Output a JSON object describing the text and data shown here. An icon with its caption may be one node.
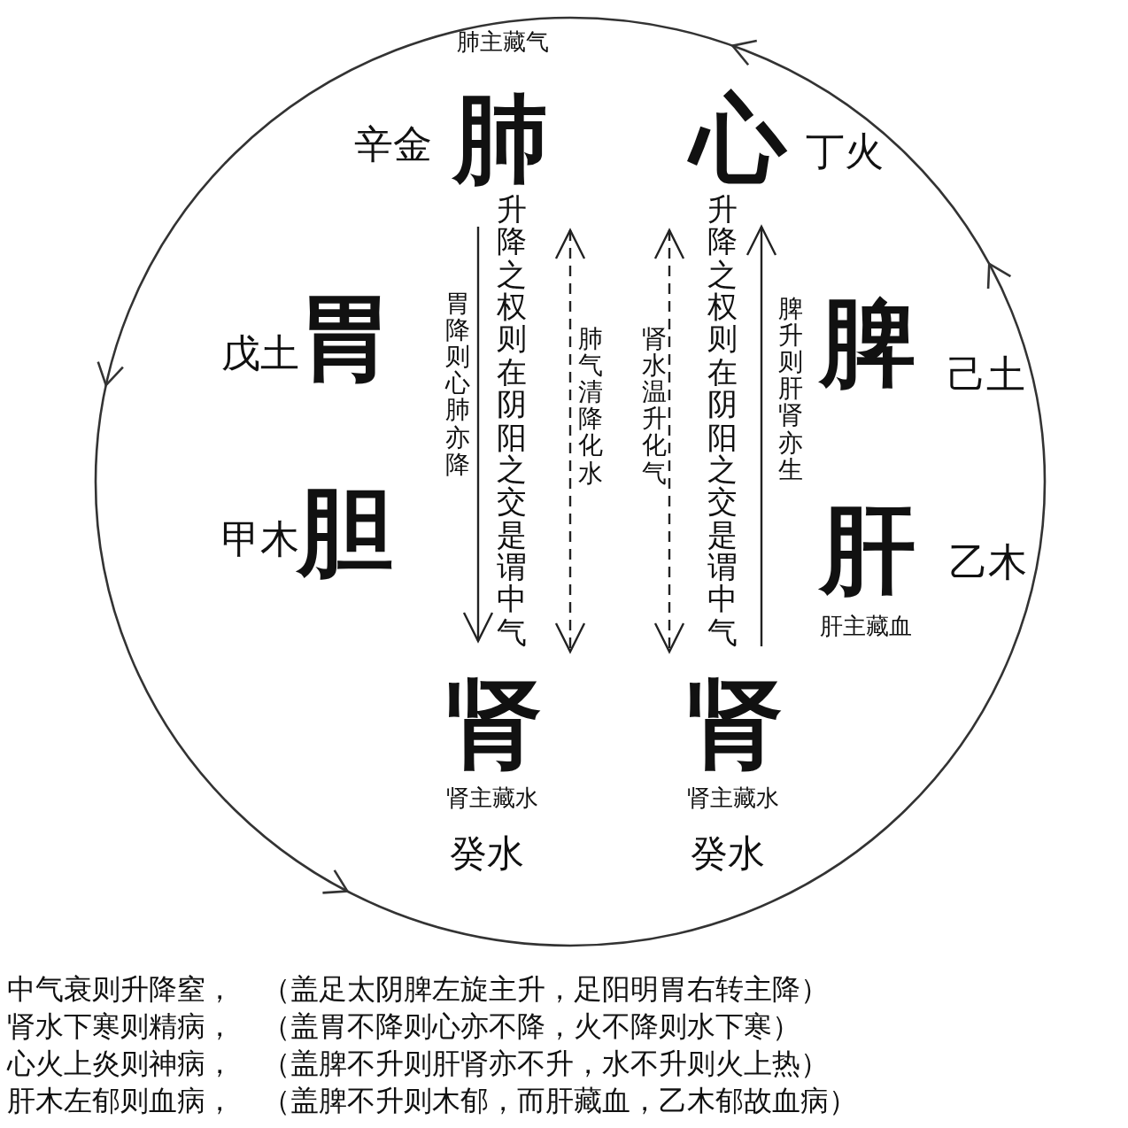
{
  "diagram": {
    "labels": [
      "肺主藏气",
      "辛金",
      "肺",
      "心",
      "丁火",
      "升降之权则在阴阳之交是谓中气",
      "升降之权则在阴阳之交是谓中气",
      "戊土",
      "胃",
      "胃降则心肺亦降",
      "肺气清降化水",
      "肾水温升化气",
      "脾升则肝肾亦生",
      "脾",
      "己土",
      "甲木",
      "胆",
      "肝",
      "乙木",
      "肝主藏血",
      "肾",
      "肾",
      "肾主藏水",
      "肾主藏水",
      "癸水",
      "癸水",
      "中气衰则升降窒，",
      "（盖足太阴脾左旋主升，足阳明胃右转主降）",
      "肾水下寒则精病，",
      "（盖胃不降则心亦不降，火不降则水下寒）",
      "心火上炎则神病，",
      "（盖脾不升则肝肾亦不升，水不升则火上热）",
      "肝木左郁则血病，",
      "（盖脾不升则木郁，而肝藏血，乙木郁故血病）"
    ]
  }
}
